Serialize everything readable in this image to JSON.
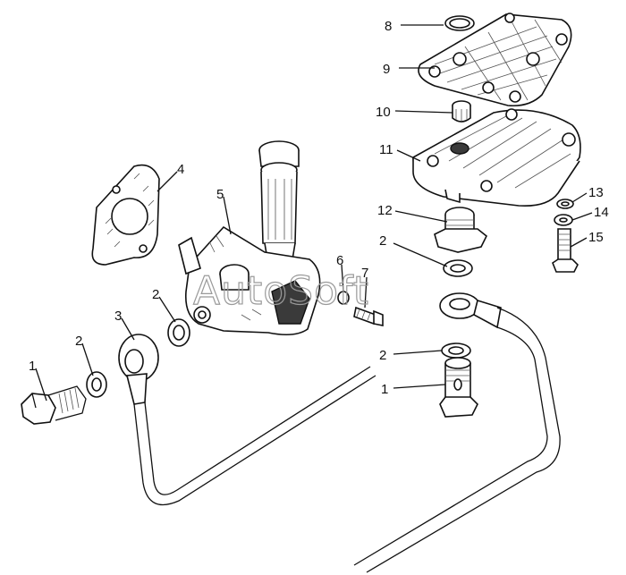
{
  "watermark": "AutoSoft",
  "callouts": [
    "1",
    "2",
    "3",
    "2",
    "4",
    "5",
    "2",
    "6",
    "7",
    "8",
    "9",
    "10",
    "11",
    "12",
    "2",
    "13",
    "14",
    "15",
    "2",
    "1"
  ]
}
